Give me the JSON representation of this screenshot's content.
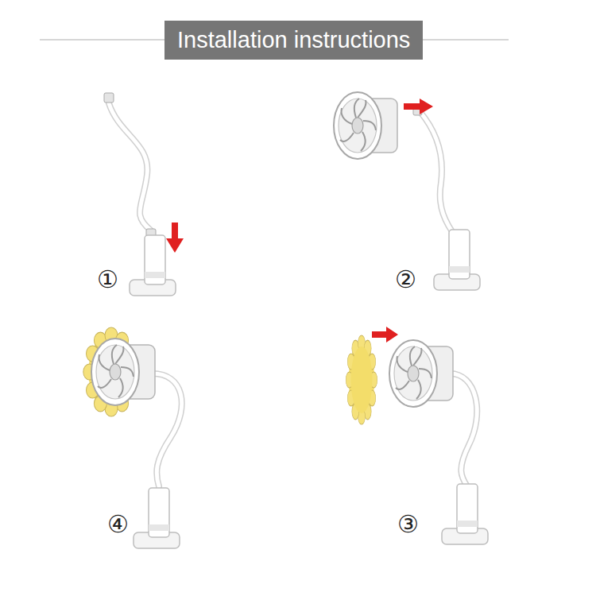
{
  "diagram": {
    "title": "Installation instructions",
    "labels": [
      "①",
      "②",
      "④",
      "③"
    ]
  }
}
